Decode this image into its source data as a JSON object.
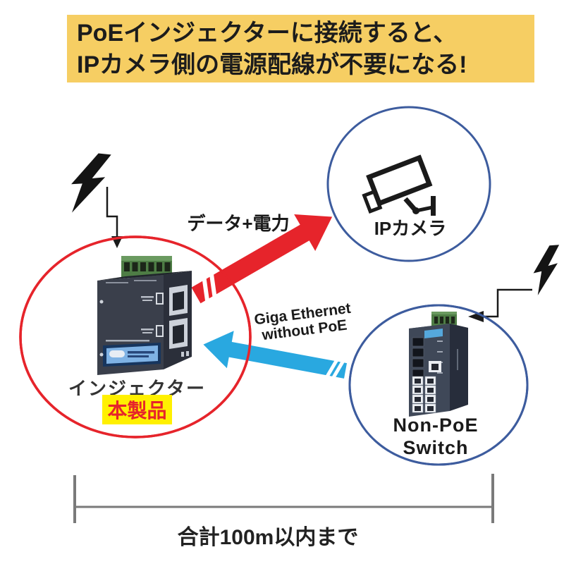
{
  "banner": {
    "line1": "PoEインジェクターに接続すると、",
    "line2": "IPカメラ側の電源配線が不要になる!"
  },
  "nodes": {
    "camera": {
      "label": "IPカメラ"
    },
    "injector": {
      "label": "インジェクター",
      "badge": "本製品"
    },
    "switch": {
      "line1": "Non-PoE",
      "line2": "Switch"
    }
  },
  "arrows": {
    "power": {
      "label": "データ+電力"
    },
    "ethernet": {
      "line1": "Giga Ethernet",
      "line2": "without PoE"
    }
  },
  "dimension": {
    "label": "合計100m以内まで"
  },
  "colors": {
    "banner_bg": "#F6CE63",
    "red": "#E6242B",
    "light_blue": "#29A8E0",
    "navy": "#3D5C9E",
    "highlight_yellow": "#FFF000",
    "dimension_gray": "#7A7A7A"
  }
}
